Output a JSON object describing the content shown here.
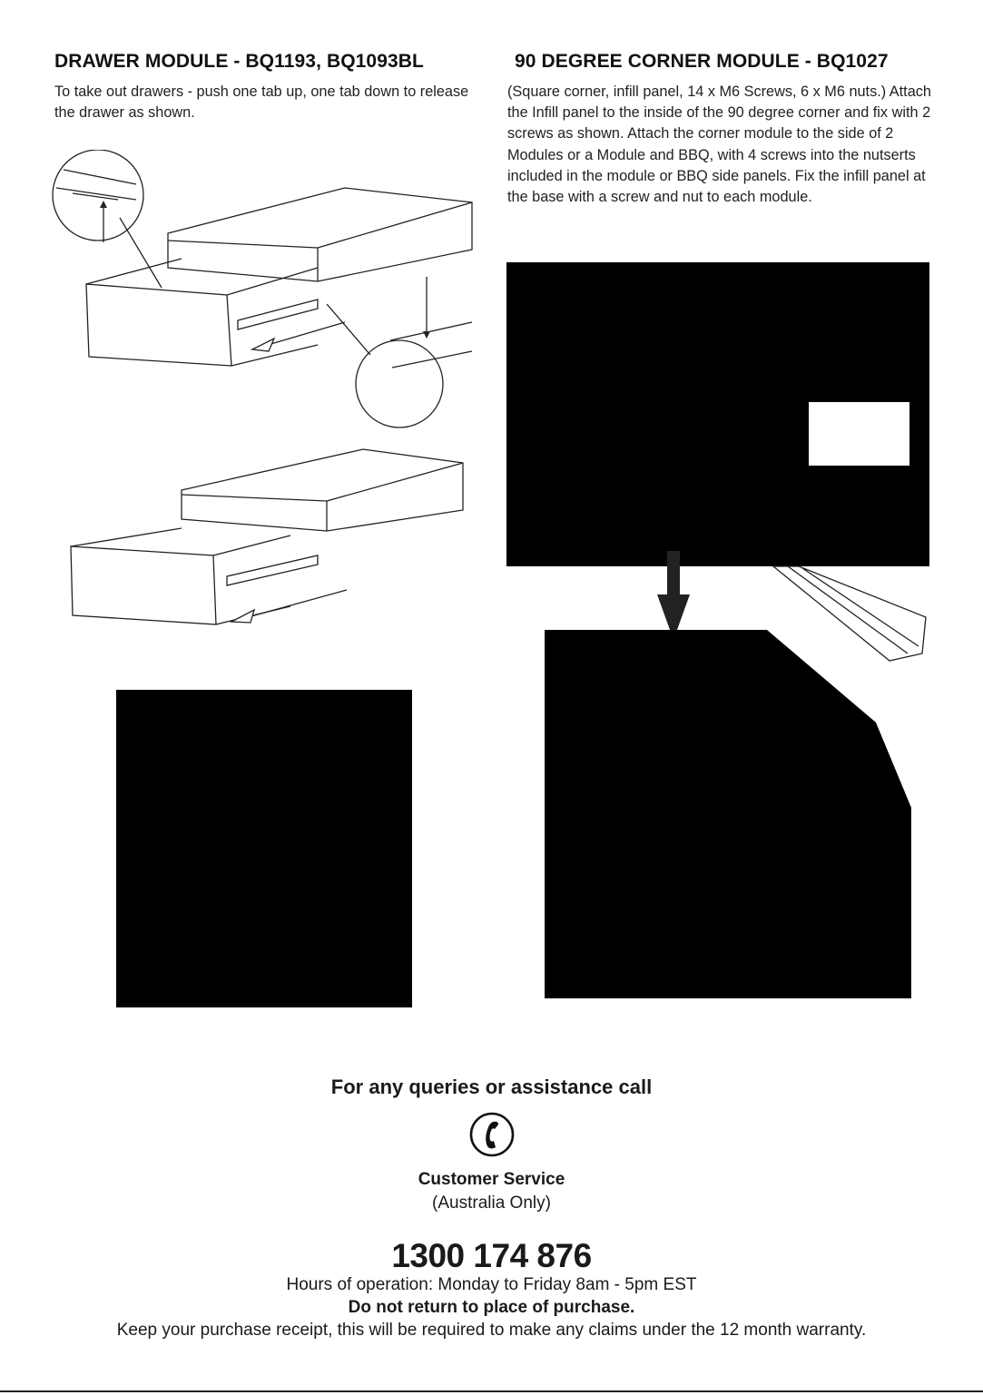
{
  "left_section": {
    "title": "DRAWER MODULE - BQ1193, BQ1093BL",
    "description": "To take out drawers - push one tab up, one tab down to release the drawer as shown."
  },
  "right_section": {
    "title": "90 DEGREE CORNER MODULE - BQ1027",
    "description": "(Square corner, infill panel, 14 x M6 Screws, 6 x M6 nuts.) Attach the Infill panel to the inside of the 90 degree corner and fix with 2 screws as shown. Attach the corner module to the side of 2 Modules or a Module and BBQ, with 4 screws into the nutserts included in the module or BBQ side panels. Fix the infill panel at the base with a screw and nut to each module."
  },
  "footer": {
    "heading": "For any queries or assistance call",
    "phone_icon": "phone-icon",
    "service_title": "Customer Service",
    "service_region": "(Australia Only)",
    "phone_number": "1300 174 876",
    "hours": "Hours of operation: Monday to Friday 8am - 5pm EST",
    "no_return": "Do not return to place of purchase.",
    "receipt_note": "Keep your purchase receipt, this will be required to make any claims under the 12 month warranty."
  }
}
